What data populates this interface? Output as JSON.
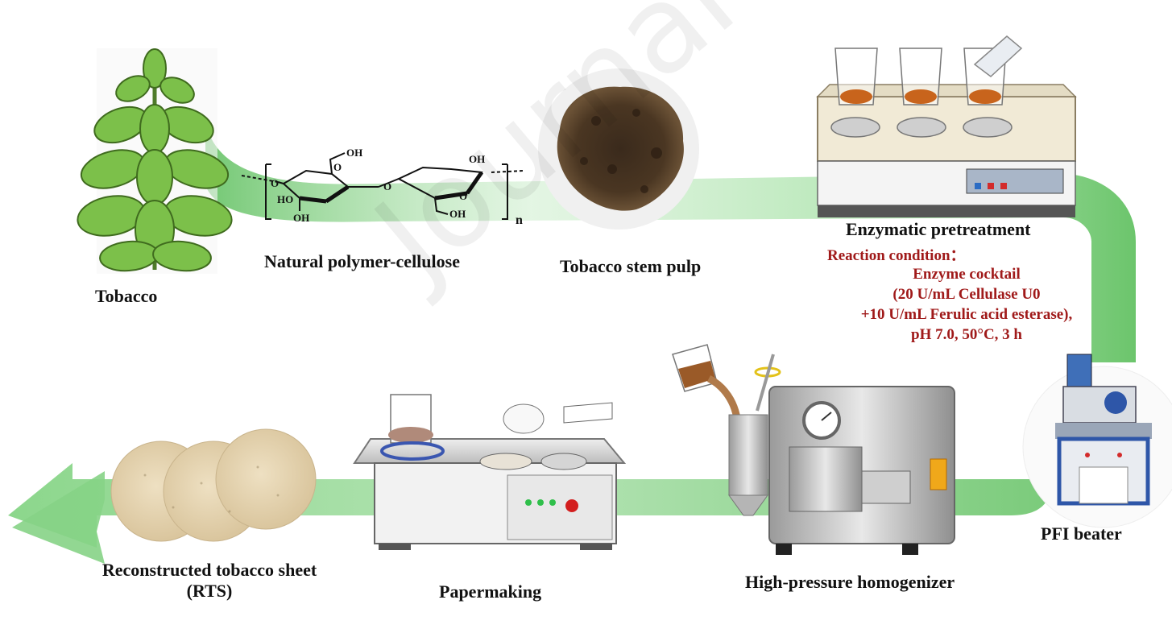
{
  "labels": {
    "tobacco": "Tobacco",
    "cellulose": "Natural polymer-cellulose",
    "pulp": "Tobacco stem pulp",
    "enzymatic": "Enzymatic pretreatment",
    "pfi": "PFI beater",
    "homogenizer": "High-pressure homogenizer",
    "papermaking": "Papermaking",
    "rts_line1": "Reconstructed tobacco sheet",
    "rts_line2": "(RTS)"
  },
  "conditions": {
    "heading": "Reaction condition：",
    "line1": "Enzyme cocktail",
    "line2": "(20 U/mL Cellulase U0",
    "line3": "+10 U/mL Ferulic acid esterase),",
    "line4": "pH 7.0, 50°C, 3 h"
  },
  "structure": {
    "oh_top_left": "OH",
    "oh_top_right": "OH",
    "ho_left": "HO",
    "oh_bottom_left": "OH",
    "oh_bottom": "OH",
    "o_link": "O",
    "o_left": "O",
    "o_ring1": "O",
    "o_ring2": "O",
    "subscript": "n"
  },
  "watermark": "Journal",
  "colors": {
    "arrow_green": "#8fd88f",
    "arrow_green_dark": "#6cc56c",
    "condition_red": "#a01a1a"
  }
}
